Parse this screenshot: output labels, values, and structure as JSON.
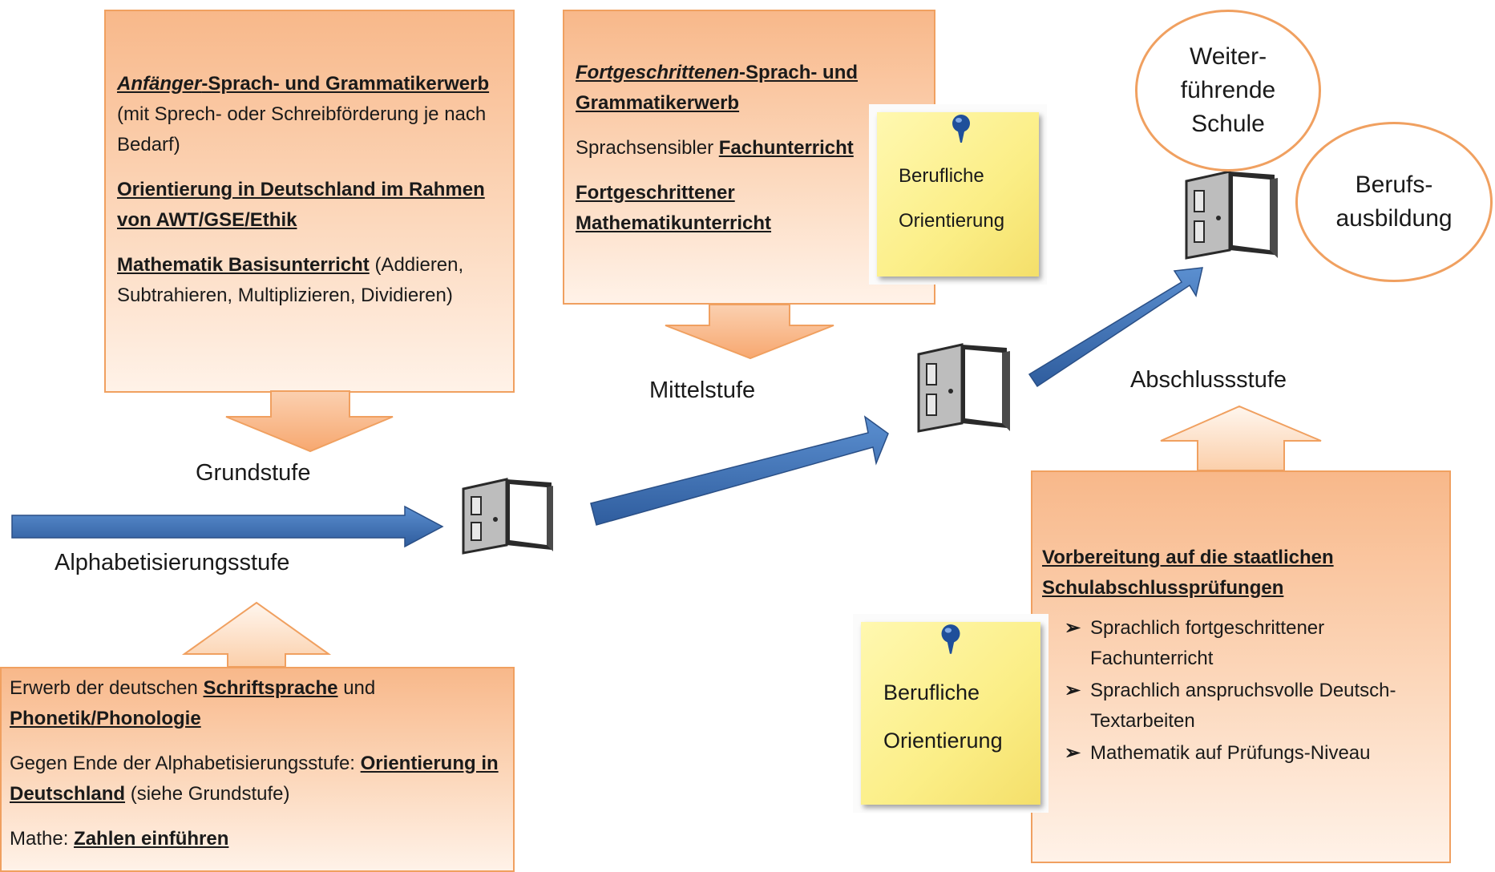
{
  "stages": {
    "alpha": "Alphabetisierungsstufe",
    "grund": "Grundstufe",
    "mittel": "Mittelstufe",
    "abschluss": "Abschlussstufe"
  },
  "grund_box": {
    "line1_em": "Anfänger",
    "line1_rest": "-Sprach- und Grammatikerwerb",
    "line1_note": "(mit Sprech- oder Schreibförderung je nach Bedarf)",
    "line2": "Orientierung in Deutschland im Rahmen von AWT/GSE/Ethik",
    "line3_bold": "Mathematik Basisunterricht",
    "line3_note": "(Addieren, Subtrahieren, Multiplizieren, Dividieren)"
  },
  "mittel_box": {
    "line1_em": "Fortgeschrittenen",
    "line1_rest": "-Sprach- und Grammatikerwerb",
    "line2_plain": "Sprachsensibler",
    "line2_bold": "Fachunterricht",
    "line3": "Fortgeschrittener Mathematikunterricht"
  },
  "alpha_box": {
    "p1_a": "Erwerb der deutschen",
    "p1_b": "Schriftsprache",
    "p1_c": "und",
    "p1_d": "Phonetik/Phonologie",
    "p2_a": "Gegen Ende der Alphabetisierungsstufe:",
    "p2_b": "Orientierung in Deutschland",
    "p2_c": "(siehe Grundstufe)",
    "p3_a": "Mathe:",
    "p3_b": "Zahlen einführen"
  },
  "abschluss_box": {
    "heading": "Vorbereitung auf die staatlichen Schulabschlussprüfungen",
    "items": [
      "Sprachlich fortgeschrittener Fachunterricht",
      "Sprachlich anspruchsvolle Deutsch-Textarbeiten",
      "Mathematik auf Prüfungs-Niveau"
    ]
  },
  "notes": {
    "top_line1": "Berufliche",
    "top_line2": "Orientierung",
    "bottom_line1": "Berufliche",
    "bottom_line2": "Orientierung"
  },
  "outcomes": {
    "school_l1": "Weiter-",
    "school_l2": "führende",
    "school_l3": "Schule",
    "vocational_l1": "Berufs-",
    "vocational_l2": "ausbildung"
  },
  "colors": {
    "box_border": "#f0a060",
    "arrow_blue": "#3c6fb4",
    "note_yellow": "#fbee86"
  }
}
